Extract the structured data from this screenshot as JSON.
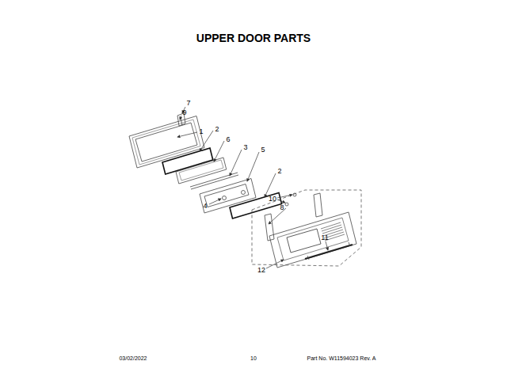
{
  "diagram": {
    "title": "UPPER DOOR PARTS",
    "labels": [
      "7",
      "9",
      "1",
      "2",
      "6",
      "3",
      "5",
      "2",
      "4",
      "10",
      "8",
      "11",
      "12",
      "03/02/2022",
      "10",
      "Part No. W11594023 Rev. A"
    ]
  }
}
